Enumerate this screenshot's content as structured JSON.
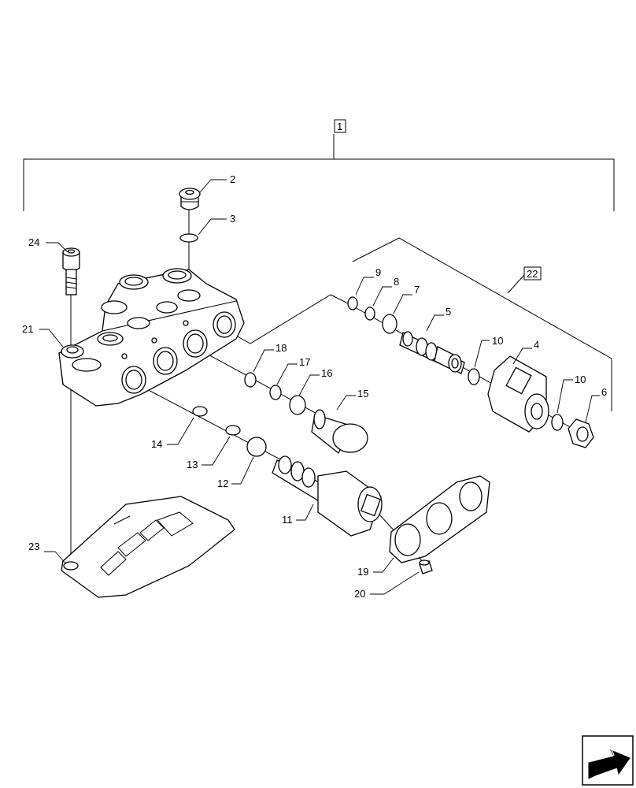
{
  "callouts": {
    "c1": "1",
    "c2": "2",
    "c3": "3",
    "c4": "4",
    "c5": "5",
    "c6": "6",
    "c7": "7",
    "c8": "8",
    "c9": "9",
    "c10a": "10",
    "c10b": "10",
    "c11": "11",
    "c12": "12",
    "c13": "13",
    "c14": "14",
    "c15": "15",
    "c16": "16",
    "c17": "17",
    "c18": "18",
    "c19": "19",
    "c20": "20",
    "c21": "21",
    "c22": "22",
    "c23": "23",
    "c24": "24"
  },
  "icons": {
    "nav": "next-page-arrow-icon"
  }
}
